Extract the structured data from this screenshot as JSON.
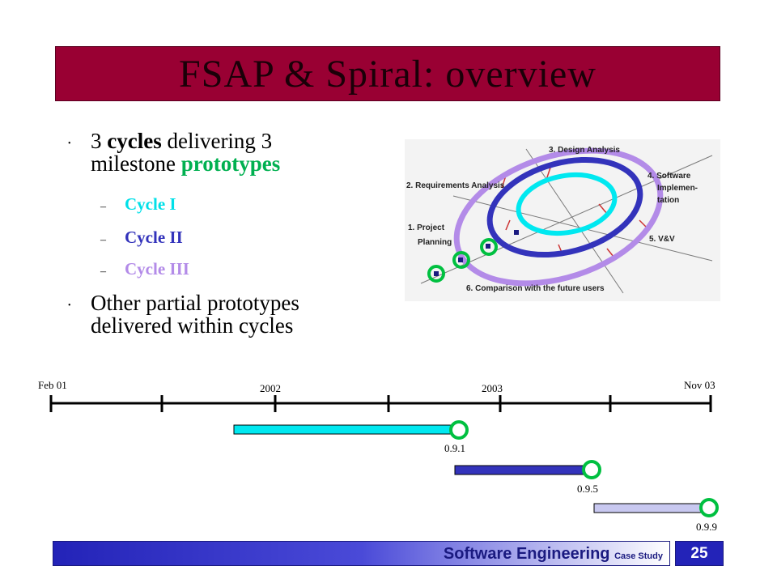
{
  "title": "FSAP & Spiral: overview",
  "bullets": {
    "b1_num": "3",
    "b1_cycles": "cycles",
    "b1_mid": "delivering 3",
    "b1_line2": "milestone",
    "b1_prototypes": "prototypes",
    "cycles": [
      {
        "label": "Cycle I",
        "color": "#00e0e8"
      },
      {
        "label": "Cycle II",
        "color": "#3333bb"
      },
      {
        "label": "Cycle III",
        "color": "#b38be8"
      }
    ],
    "b2_line1": "Other partial prototypes",
    "b2_line2": "delivered within cycles"
  },
  "spiral_labels": {
    "design": "3. Design Analysis",
    "requirements": "2. Requirements Analysis",
    "software": "4. Software",
    "implementation": "Implemen-",
    "tation": "tation",
    "project": "1. Project",
    "planning": "Planning",
    "vv": "5. V&V",
    "comparison": "6. Comparison with the future users"
  },
  "timeline": {
    "start": "Feb 01",
    "y2002": "2002",
    "y2003": "2003",
    "end": "Nov 03",
    "releases": [
      {
        "version": "0.9.1",
        "color": "#00e8f0"
      },
      {
        "version": "0.9.5",
        "color": "#3333bb"
      },
      {
        "version": "0.9.9",
        "color": "#c8c8f0"
      }
    ]
  },
  "footer": {
    "course": "Software Engineering",
    "subtitle": "Case Study",
    "page": "25"
  },
  "colors": {
    "title_bg": "#990033",
    "footer_bg": "#2323b8",
    "milestone": "#00c040"
  }
}
